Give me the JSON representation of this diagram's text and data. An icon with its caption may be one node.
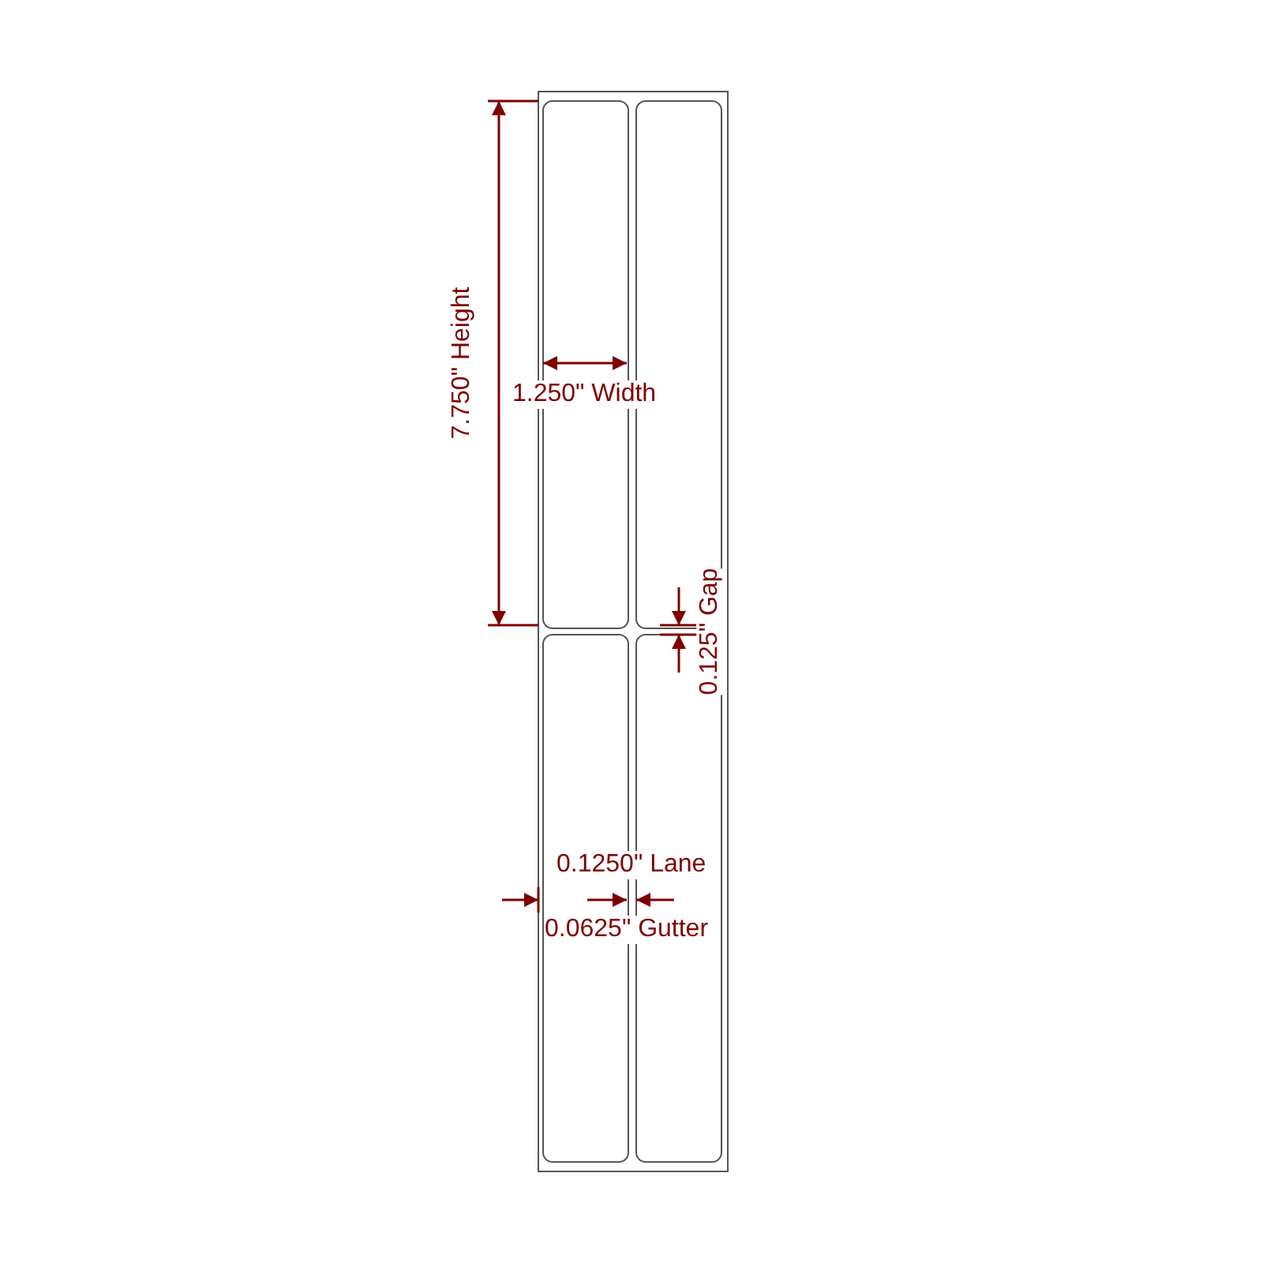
{
  "diagram": {
    "labels": [
      "7.750\" Height",
      "1.250\" Width",
      "0.125\" Gap",
      "0.1250\" Lane",
      "0.0625\" Gutter"
    ]
  }
}
